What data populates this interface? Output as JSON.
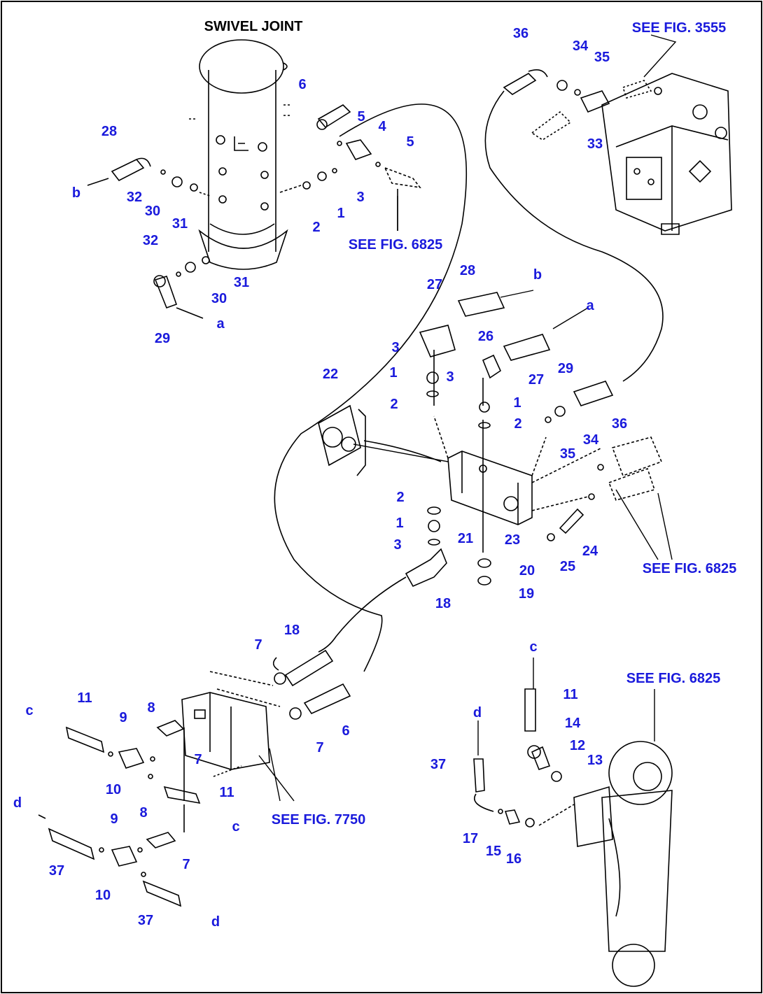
{
  "title": "SWIVEL JOINT",
  "colors": {
    "label": "#1a1adc",
    "line": "#000000",
    "background": "#ffffff"
  },
  "refs": {
    "fig3555": "SEE FIG. 3555",
    "fig6825": "SEE FIG. 6825",
    "fig7750": "SEE FIG. 7750"
  },
  "labels": [
    "36",
    "34",
    "35",
    "33",
    "6",
    "5",
    "4",
    "5",
    "28",
    "32",
    "30",
    "31",
    "2",
    "1",
    "3",
    "32",
    "30",
    "31",
    "29",
    "28",
    "27",
    "26",
    "3",
    "1",
    "2",
    "3",
    "1",
    "2",
    "29",
    "27",
    "22",
    "36",
    "34",
    "35",
    "2",
    "1",
    "3",
    "21",
    "23",
    "24",
    "25",
    "20",
    "19",
    "18",
    "18",
    "7",
    "6",
    "7",
    "11",
    "9",
    "8",
    "7",
    "10",
    "11",
    "9",
    "8",
    "7",
    "10",
    "37",
    "37",
    "c",
    "11",
    "14",
    "12",
    "13",
    "d",
    "37",
    "17",
    "15",
    "16"
  ],
  "letters": [
    "b",
    "a",
    "b",
    "a",
    "c",
    "c",
    "d",
    "d",
    "c",
    "d"
  ]
}
